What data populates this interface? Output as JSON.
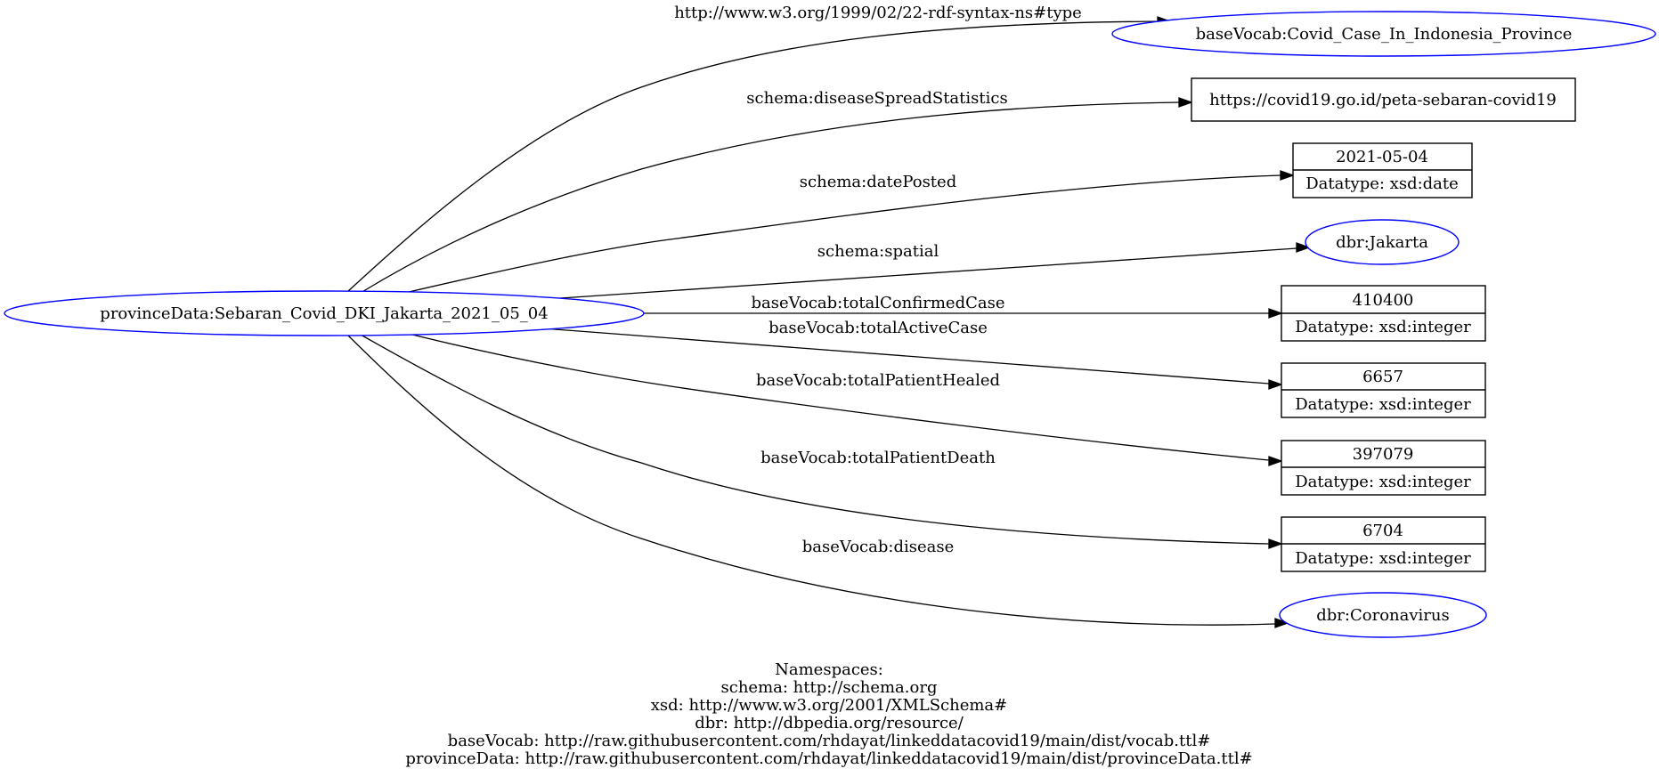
{
  "colors": {
    "resource_stroke": "#0000ff",
    "edge": "#000000",
    "background": "#ffffff"
  },
  "graph": {
    "subject": "provinceData:Sebaran_Covid_DKI_Jakarta_2021_05_04",
    "edges": [
      {
        "label": "http://www.w3.org/1999/02/22-rdf-syntax-ns#type",
        "target": {
          "kind": "resource",
          "text": "baseVocab:Covid_Case_In_Indonesia_Province"
        }
      },
      {
        "label": "schema:diseaseSpreadStatistics",
        "target": {
          "kind": "uri",
          "text": "https://covid19.go.id/peta-sebaran-covid19"
        }
      },
      {
        "label": "schema:datePosted",
        "target": {
          "kind": "literal",
          "value": "2021-05-04",
          "datatype": "Datatype: xsd:date"
        }
      },
      {
        "label": "schema:spatial",
        "target": {
          "kind": "resource",
          "text": "dbr:Jakarta"
        }
      },
      {
        "label": "baseVocab:totalConfirmedCase",
        "target": {
          "kind": "literal",
          "value": "410400",
          "datatype": "Datatype: xsd:integer"
        }
      },
      {
        "label": "baseVocab:totalActiveCase",
        "target": {
          "kind": "literal",
          "value": "6657",
          "datatype": "Datatype: xsd:integer"
        }
      },
      {
        "label": "baseVocab:totalPatientHealed",
        "target": {
          "kind": "literal",
          "value": "397079",
          "datatype": "Datatype: xsd:integer"
        }
      },
      {
        "label": "baseVocab:totalPatientDeath",
        "target": {
          "kind": "literal",
          "value": "6704",
          "datatype": "Datatype: xsd:integer"
        }
      },
      {
        "label": "baseVocab:disease",
        "target": {
          "kind": "resource",
          "text": "dbr:Coronavirus"
        }
      }
    ]
  },
  "namespaces": {
    "heading": "Namespaces:",
    "lines": [
      "schema: http://schema.org",
      "xsd: http://www.w3.org/2001/XMLSchema#",
      "dbr: http://dbpedia.org/resource/",
      "baseVocab: http://raw.githubusercontent.com/rhdayat/linkeddatacovid19/main/dist/vocab.ttl#",
      "provinceData: http://raw.githubusercontent.com/rhdayat/linkeddatacovid19/main/dist/provinceData.ttl#"
    ]
  }
}
